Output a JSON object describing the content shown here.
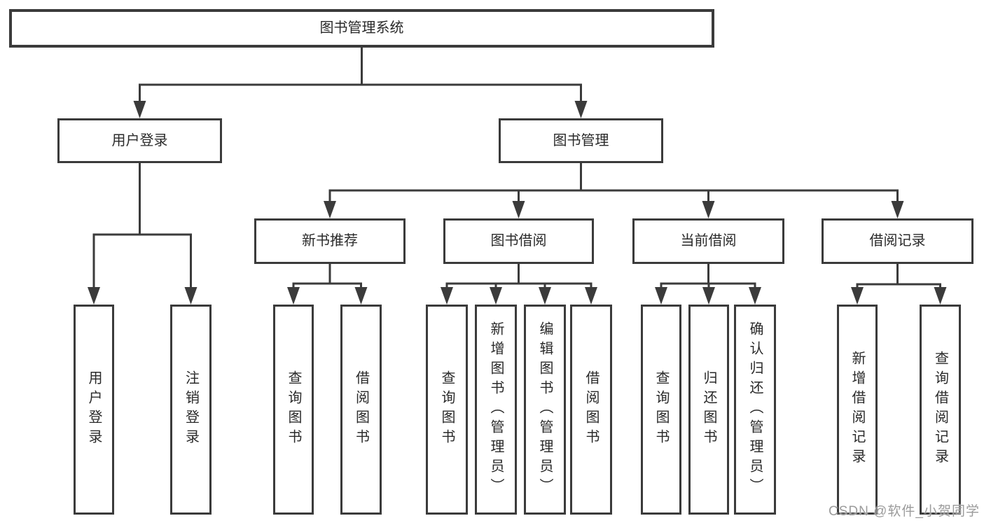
{
  "diagram": {
    "type": "tree",
    "title": "图书管理系统",
    "watermark": "CSDN @软件_小贺同学",
    "colors": {
      "line": "#3b3b3b",
      "border": "#3b3b3b",
      "fill": "#ffffff",
      "text": "#2a2a2a",
      "watermark": "#9b9b9b",
      "background": "#ffffff"
    },
    "nodes": [
      {
        "id": "root",
        "label": "图书管理系统",
        "level": 1,
        "orientation": "horizontal",
        "parent": null
      },
      {
        "id": "user-login",
        "label": "用户登录",
        "level": 2,
        "orientation": "horizontal",
        "parent": "root"
      },
      {
        "id": "book-mgmt",
        "label": "图书管理",
        "level": 2,
        "orientation": "horizontal",
        "parent": "root"
      },
      {
        "id": "new-book-rec",
        "label": "新书推荐",
        "level": 3,
        "orientation": "horizontal",
        "parent": "book-mgmt"
      },
      {
        "id": "book-borrow",
        "label": "图书借阅",
        "level": 3,
        "orientation": "horizontal",
        "parent": "book-mgmt"
      },
      {
        "id": "current-borrow",
        "label": "当前借阅",
        "level": 3,
        "orientation": "horizontal",
        "parent": "book-mgmt"
      },
      {
        "id": "borrow-record",
        "label": "借阅记录",
        "level": 3,
        "orientation": "horizontal",
        "parent": "book-mgmt"
      },
      {
        "id": "leaf-user-login",
        "label": "用户登录",
        "level": 4,
        "orientation": "vertical",
        "parent": "user-login"
      },
      {
        "id": "leaf-logout",
        "label": "注销登录",
        "level": 4,
        "orientation": "vertical",
        "parent": "user-login"
      },
      {
        "id": "leaf-nbr-query",
        "label": "查询图书",
        "level": 4,
        "orientation": "vertical",
        "parent": "new-book-rec"
      },
      {
        "id": "leaf-nbr-borrow",
        "label": "借阅图书",
        "level": 4,
        "orientation": "vertical",
        "parent": "new-book-rec"
      },
      {
        "id": "leaf-bb-query",
        "label": "查询图书",
        "level": 4,
        "orientation": "vertical",
        "parent": "book-borrow"
      },
      {
        "id": "leaf-bb-add",
        "label": "新增图书（管理员）",
        "level": 4,
        "orientation": "vertical",
        "parent": "book-borrow"
      },
      {
        "id": "leaf-bb-edit",
        "label": "编辑图书（管理员）",
        "level": 4,
        "orientation": "vertical",
        "parent": "book-borrow"
      },
      {
        "id": "leaf-bb-borrow",
        "label": "借阅图书",
        "level": 4,
        "orientation": "vertical",
        "parent": "book-borrow"
      },
      {
        "id": "leaf-cb-query",
        "label": "查询图书",
        "level": 4,
        "orientation": "vertical",
        "parent": "current-borrow"
      },
      {
        "id": "leaf-cb-return",
        "label": "归还图书",
        "level": 4,
        "orientation": "vertical",
        "parent": "current-borrow"
      },
      {
        "id": "leaf-cb-confirm",
        "label": "确认归还（管理员）",
        "level": 4,
        "orientation": "vertical",
        "parent": "current-borrow"
      },
      {
        "id": "leaf-br-add",
        "label": "新增借阅记录",
        "level": 4,
        "orientation": "vertical",
        "parent": "borrow-record"
      },
      {
        "id": "leaf-br-query",
        "label": "查询借阅记录",
        "level": 4,
        "orientation": "vertical",
        "parent": "borrow-record"
      }
    ]
  }
}
